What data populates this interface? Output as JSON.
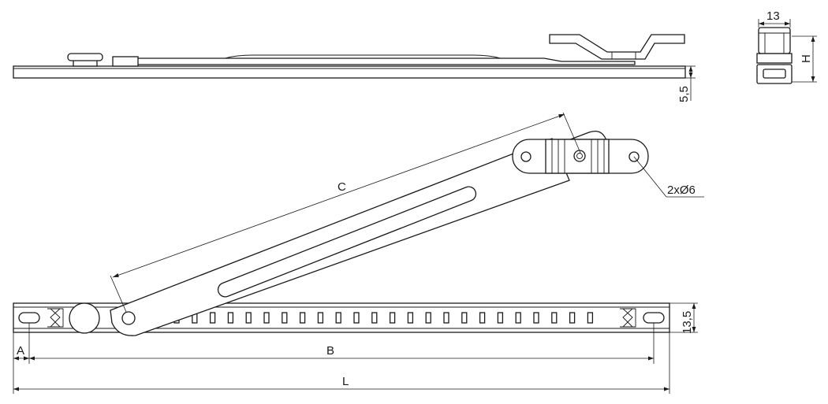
{
  "dimensions": {
    "width_top": "13",
    "height_side": "H",
    "thickness": "5,5",
    "rail_height": "13,5",
    "length_a": "A",
    "length_b": "B",
    "length_c": "C",
    "length_l": "L",
    "holes": "2xØ6"
  },
  "colors": {
    "line": "#1a1a1a",
    "background": "#ffffff"
  }
}
